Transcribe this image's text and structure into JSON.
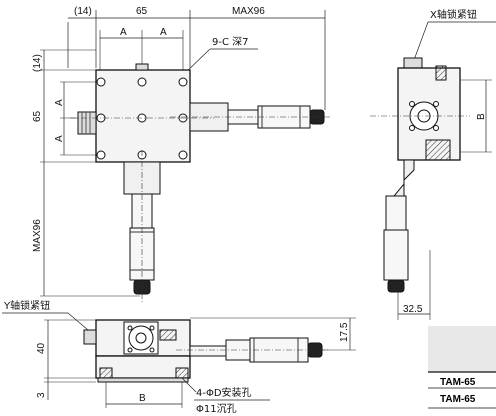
{
  "dimensions": {
    "d14_top": "(14)",
    "d65_top": "65",
    "max96_top": "MAX96",
    "a1": "A",
    "a2": "A",
    "d14_side": "(14)",
    "a_left_1": "A",
    "a_left_2": "A",
    "d65_left": "65",
    "max96_left": "MAX96",
    "b_right": "B",
    "d32_5": "32.5",
    "d40": "40",
    "d17_5": "17.5",
    "d3": "3",
    "b_bottom": "B"
  },
  "labels": {
    "thread_note": "9-C 深7",
    "x_lock": "X轴锁紧钮",
    "y_lock": "Y轴锁紧钮",
    "mount_hole": "4-ΦD安装孔",
    "counterbore": "Φ11沉孔"
  },
  "table": {
    "rows": [
      "TAM-65",
      "TAM-65"
    ]
  }
}
